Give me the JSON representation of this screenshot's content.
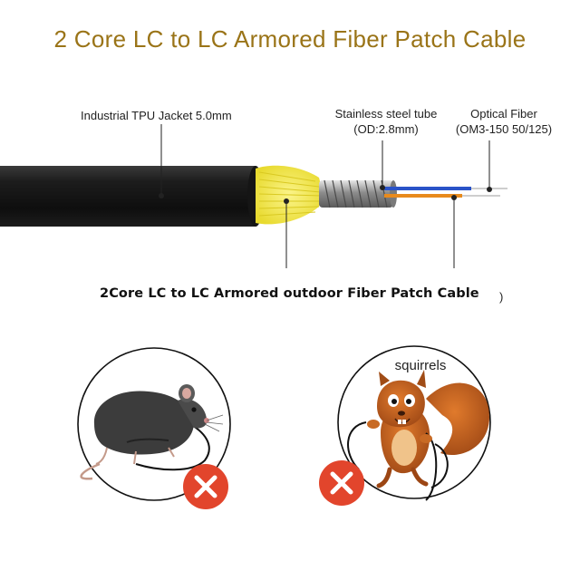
{
  "title": "2 Core LC to LC  Armored Fiber Patch Cable",
  "labels": {
    "jacket": "Industrial TPU Jacket 5.0mm",
    "tube_line1": "Stainless steel tube",
    "tube_line2": "(OD:2.8mm)",
    "fiber_line1": "Optical Fiber",
    "fiber_line2": "(OM3-150 50/125)"
  },
  "caption": "2Core LC to LC Armored outdoor  Fiber Patch Cable",
  "caption_tail": ")",
  "animals": {
    "left": {
      "icon": "mouse-icon",
      "status": "cross-badge-icon"
    },
    "right": {
      "label": "squirrels",
      "icon": "squirrel-icon",
      "status": "cross-badge-icon"
    }
  },
  "colors": {
    "title": "#9a7418",
    "jacket": "#1a1a1a",
    "aramid_yarn": "#f2ea4c",
    "steel_tube": "#9a9a9a",
    "fiber_blue": "#2a53c8",
    "fiber_orange": "#e88a1c",
    "cross_badge": "#e2452c"
  }
}
